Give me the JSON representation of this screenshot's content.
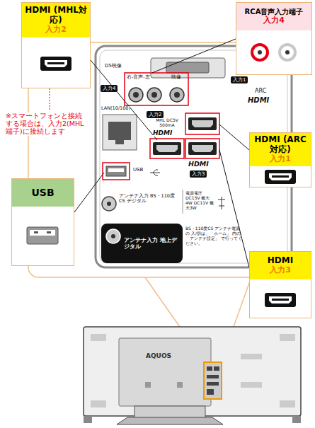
{
  "diagram": {
    "nodes": [
      {
        "text": [
          "HDMI (MHL対応)",
          "入力2"
        ]
      },
      {
        "text": [
          "RCA音声入力端子",
          "入力4"
        ]
      },
      {
        "text": [
          "HDMI (ARC対応)",
          "入力1"
        ]
      },
      {
        "text": [
          "USB"
        ]
      },
      {
        "text": [
          "HDMI",
          "入力3"
        ]
      },
      {
        "text": [
          "アンテナ入力 地上デジタル"
        ]
      }
    ],
    "labels": [
      "※スマートフォンと接続する場合は、入力2(MHL端子)に接続します",
      "D5映像",
      "右-音声-左",
      "映像",
      "入力4",
      "入力1",
      "ARC",
      "HDMI",
      "LAN(10/100)",
      "入力2",
      "MHL DC5V 500mA",
      "HDMI",
      "USB",
      "HDMI",
      "入力3",
      "アンテナ入力 BS・110度CS デジタル",
      "電源電圧 DC15V 最大4W DC11V 最大3W",
      "BS・110度CS アンテナ電源の 入/切は、「ホーム」 内の「アンテナ設定」 で行ってください。",
      "AQUOS"
    ]
  }
}
